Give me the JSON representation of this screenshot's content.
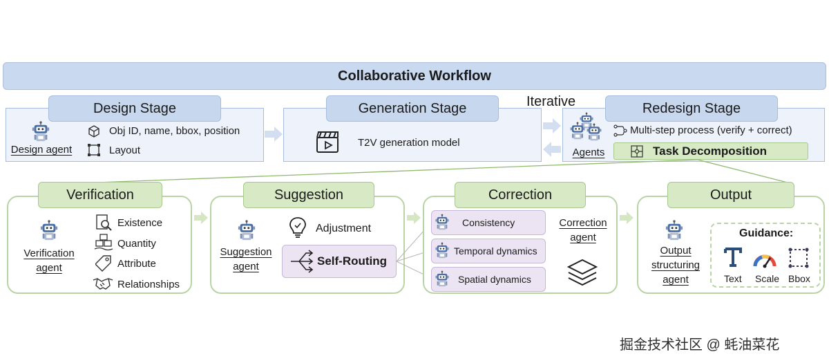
{
  "workflow": {
    "title": "Collaborative Workflow",
    "iterative_label": "Iterative"
  },
  "design": {
    "title": "Design Stage",
    "agent_label": "Design agent",
    "item1": "Obj ID, name, bbox, position",
    "item2": "Layout"
  },
  "generation": {
    "title": "Generation Stage",
    "model_label": "T2V generation model"
  },
  "redesign": {
    "title": "Redesign Stage",
    "agent_label": "Agents",
    "process_label": "Multi-step process (verify + correct)",
    "task_label": "Task Decomposition"
  },
  "verification": {
    "title": "Verification",
    "agent_line1": "Verification",
    "agent_line2": "agent",
    "items": [
      "Existence",
      "Quantity",
      "Attribute",
      "Relationships"
    ]
  },
  "suggestion": {
    "title": "Suggestion",
    "agent_line1": "Suggestion",
    "agent_line2": "agent",
    "adjustment": "Adjustment",
    "routing": "Self-Routing"
  },
  "correction": {
    "title": "Correction",
    "items": [
      "Consistency",
      "Temporal dynamics",
      "Spatial dynamics"
    ],
    "agent_line1": "Correction",
    "agent_line2": "agent"
  },
  "output": {
    "title": "Output",
    "agent_line1": "Output",
    "agent_line2": "structuring",
    "agent_line3": "agent",
    "guidance_label": "Guidance:",
    "guidance_items": [
      "Text",
      "Scale",
      "Bbox"
    ]
  },
  "watermark": "掘金技术社区 @ 蚝油菜花",
  "colors": {
    "stage_blue": "#c7d7ee",
    "step_green": "#d8e9c5",
    "route_purple": "#ece4f3",
    "arrow_blue": "#d3def0",
    "arrow_green": "#d5e6c3"
  }
}
